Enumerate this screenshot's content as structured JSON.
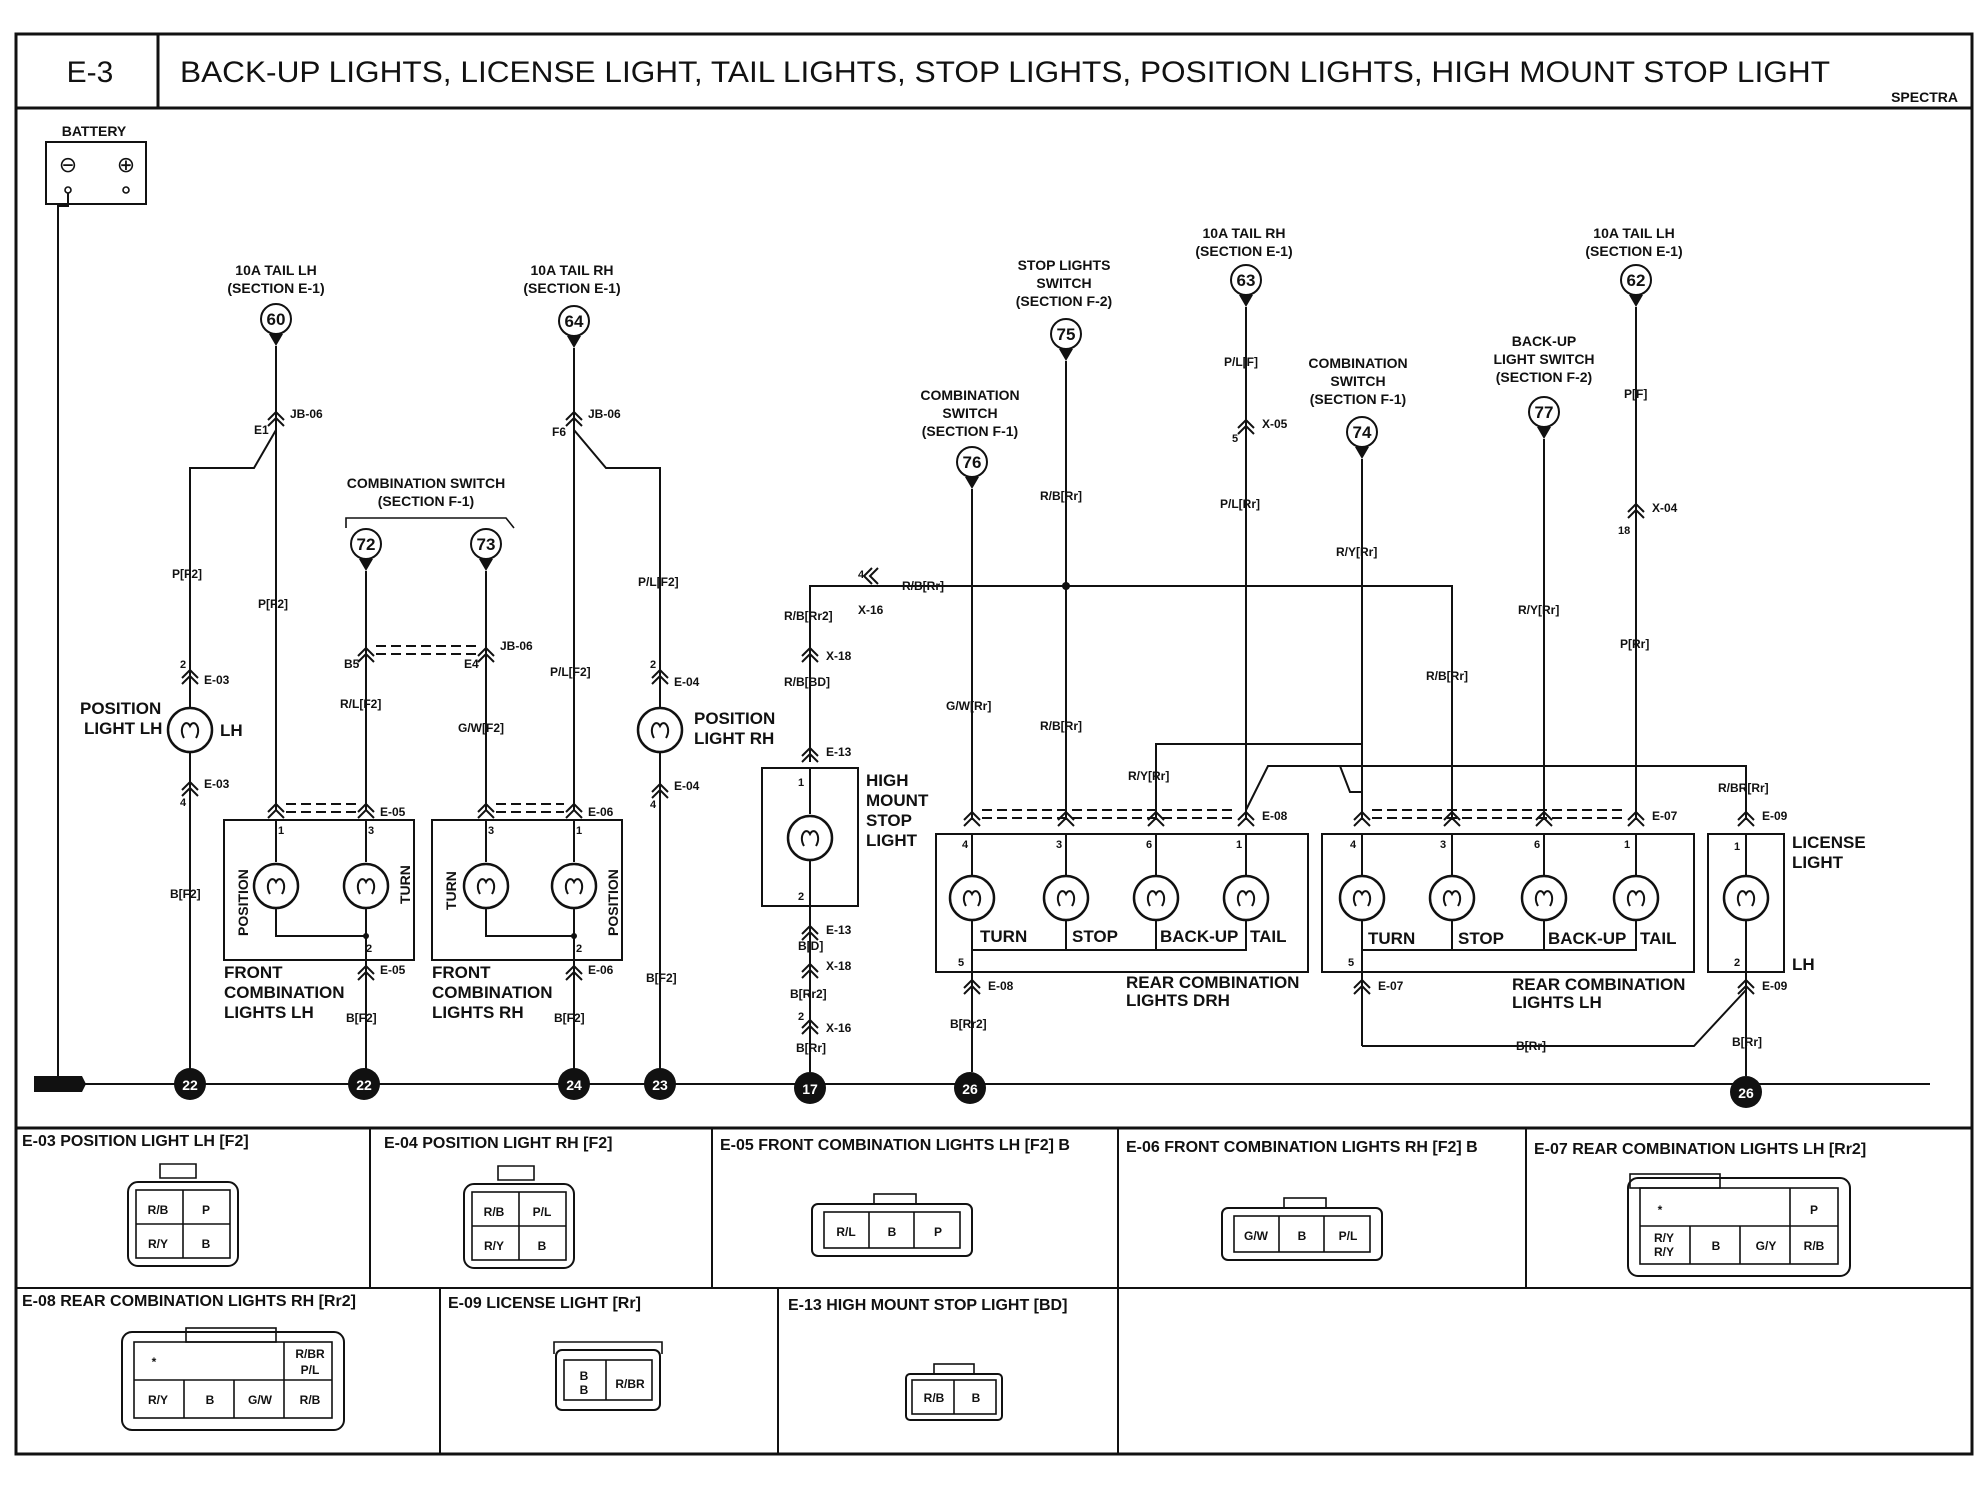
{
  "header": {
    "code": "E-3",
    "title": "BACK-UP LIGHTS, LICENSE LIGHT, TAIL LIGHTS, STOP LIGHTS, POSITION LIGHTS, HIGH MOUNT STOP LIGHT",
    "model": "SPECTRA"
  },
  "battery": {
    "label": "BATTERY",
    "neg": "⊖",
    "pos": "⊕"
  },
  "sources": {
    "tail_lh_a": {
      "line1": "10A TAIL LH",
      "line2": "(SECTION E-1)",
      "num": "60"
    },
    "tail_rh_a": {
      "line1": "10A TAIL RH",
      "line2": "(SECTION E-1)",
      "num": "64"
    },
    "comb_switch_front": {
      "line1": "COMBINATION SWITCH",
      "line2": "(SECTION F-1)",
      "num_a": "72",
      "num_b": "73"
    },
    "comb_switch_76": {
      "line1": "COMBINATION",
      "line2": "SWITCH",
      "line3": "(SECTION F-1)",
      "num": "76"
    },
    "stop_switch": {
      "line1": "STOP LIGHTS",
      "line2": "SWITCH",
      "line3": "(SECTION F-2)",
      "num": "75"
    },
    "tail_rh_b": {
      "line1": "10A TAIL RH",
      "line2": "(SECTION E-1)",
      "num": "63"
    },
    "comb_switch_74": {
      "line1": "COMBINATION",
      "line2": "SWITCH",
      "line3": "(SECTION F-1)",
      "num": "74"
    },
    "backup_switch": {
      "line1": "BACK-UP",
      "line2": "LIGHT SWITCH",
      "line3": "(SECTION F-2)",
      "num": "77"
    },
    "tail_lh_b": {
      "line1": "10A TAIL LH",
      "line2": "(SECTION E-1)",
      "num": "62"
    }
  },
  "wires": {
    "p_f2": "P[F2]",
    "pl_f2": "P/L[F2]",
    "rl_f2": "R/L[F2]",
    "gw_f2": "G/W[F2]",
    "b_f2": "B[F2]",
    "rb_rr": "R/B[Rr]",
    "rb_rr2": "R/B[Rr2]",
    "rb_bd": "R/B[BD]",
    "b_d": "B[D]",
    "b_rr2": "B[Rr2]",
    "b_rr": "B[Rr]",
    "gw_rr": "G/W[Rr]",
    "pl_f": "P/L[F]",
    "pl_rr": "P/L[Rr]",
    "ry_rr": "R/Y[Rr]",
    "p_f": "P[F]",
    "p_rr": "P[Rr]",
    "rbr_rr": "R/BR[Rr]"
  },
  "conn_marks": {
    "jb06": "JB-06",
    "e1": "E1",
    "f6": "F6",
    "b5": "B5",
    "e4": "E4",
    "e03": "E-03",
    "e04": "E-04",
    "e05": "E-05",
    "e06": "E-06",
    "e07": "E-07",
    "e08": "E-08",
    "e09": "E-09",
    "e13": "E-13",
    "x16": "X-16",
    "x18": "X-18",
    "x05": "X-05",
    "x04": "X-04"
  },
  "pins": {
    "p1": "1",
    "p2": "2",
    "p3": "3",
    "p4": "4",
    "p5": "5",
    "p6": "6",
    "p18": "18"
  },
  "components": {
    "pos_lh": {
      "line1": "POSITION",
      "line2": "LIGHT LH",
      "side": "LH"
    },
    "pos_rh": {
      "line1": "POSITION",
      "line2": "LIGHT RH"
    },
    "front_lh": {
      "line1": "FRONT",
      "line2": "COMBINATION",
      "line3": "LIGHTS LH",
      "position": "POSITION",
      "turn": "TURN"
    },
    "front_rh": {
      "line1": "FRONT",
      "line2": "COMBINATION",
      "line3": "LIGHTS RH",
      "position": "POSITION",
      "turn": "TURN"
    },
    "hmsl": {
      "line1": "HIGH",
      "line2": "MOUNT",
      "line3": "STOP",
      "line4": "LIGHT"
    },
    "rear_rh": {
      "line1": "REAR COMBINATION",
      "line2": "LIGHTS DRH",
      "turn": "TURN",
      "stop": "STOP",
      "backup": "BACK-UP",
      "tail": "TAIL"
    },
    "rear_lh": {
      "line1": "REAR COMBINATION",
      "line2": "LIGHTS LH",
      "turn": "TURN",
      "stop": "STOP",
      "backup": "BACK-UP",
      "tail": "TAIL"
    },
    "license": {
      "line1": "LICENSE",
      "line2": "LIGHT",
      "side": "LH"
    }
  },
  "grounds": [
    "22",
    "22",
    "24",
    "23",
    "17",
    "26",
    "26"
  ],
  "connectors": {
    "e03": {
      "title": "E-03 POSITION LIGHT LH [F2]",
      "cells": [
        "R/B",
        "P",
        "R/Y",
        "B"
      ]
    },
    "e04": {
      "title": "E-04 POSITION LIGHT RH [F2]",
      "cells": [
        "R/B",
        "P/L",
        "R/Y",
        "B"
      ]
    },
    "e05": {
      "title": "E-05 FRONT COMBINATION LIGHTS LH [F2] B",
      "cells": [
        "R/L",
        "B",
        "P"
      ]
    },
    "e06": {
      "title": "E-06 FRONT COMBINATION LIGHTS RH [F2] B",
      "cells": [
        "G/W",
        "B",
        "P/L"
      ]
    },
    "e07": {
      "title": "E-07 REAR COMBINATION LIGHTS LH [Rr2]",
      "cells": [
        "*",
        "P",
        "R/Y",
        "R/Y",
        "B",
        "G/Y",
        "R/B"
      ]
    },
    "e08": {
      "title": "E-08 REAR COMBINATION LIGHTS RH [Rr2]",
      "cells": [
        "*",
        "R/BR",
        "P/L",
        "R/Y",
        "B",
        "G/W",
        "R/B"
      ]
    },
    "e09": {
      "title": "E-09 LICENSE LIGHT [Rr]",
      "cells": [
        "B",
        "B",
        "R/BR"
      ]
    },
    "e13": {
      "title": "E-13 HIGH MOUNT STOP LIGHT [BD]",
      "cells": [
        "R/B",
        "B"
      ]
    }
  }
}
